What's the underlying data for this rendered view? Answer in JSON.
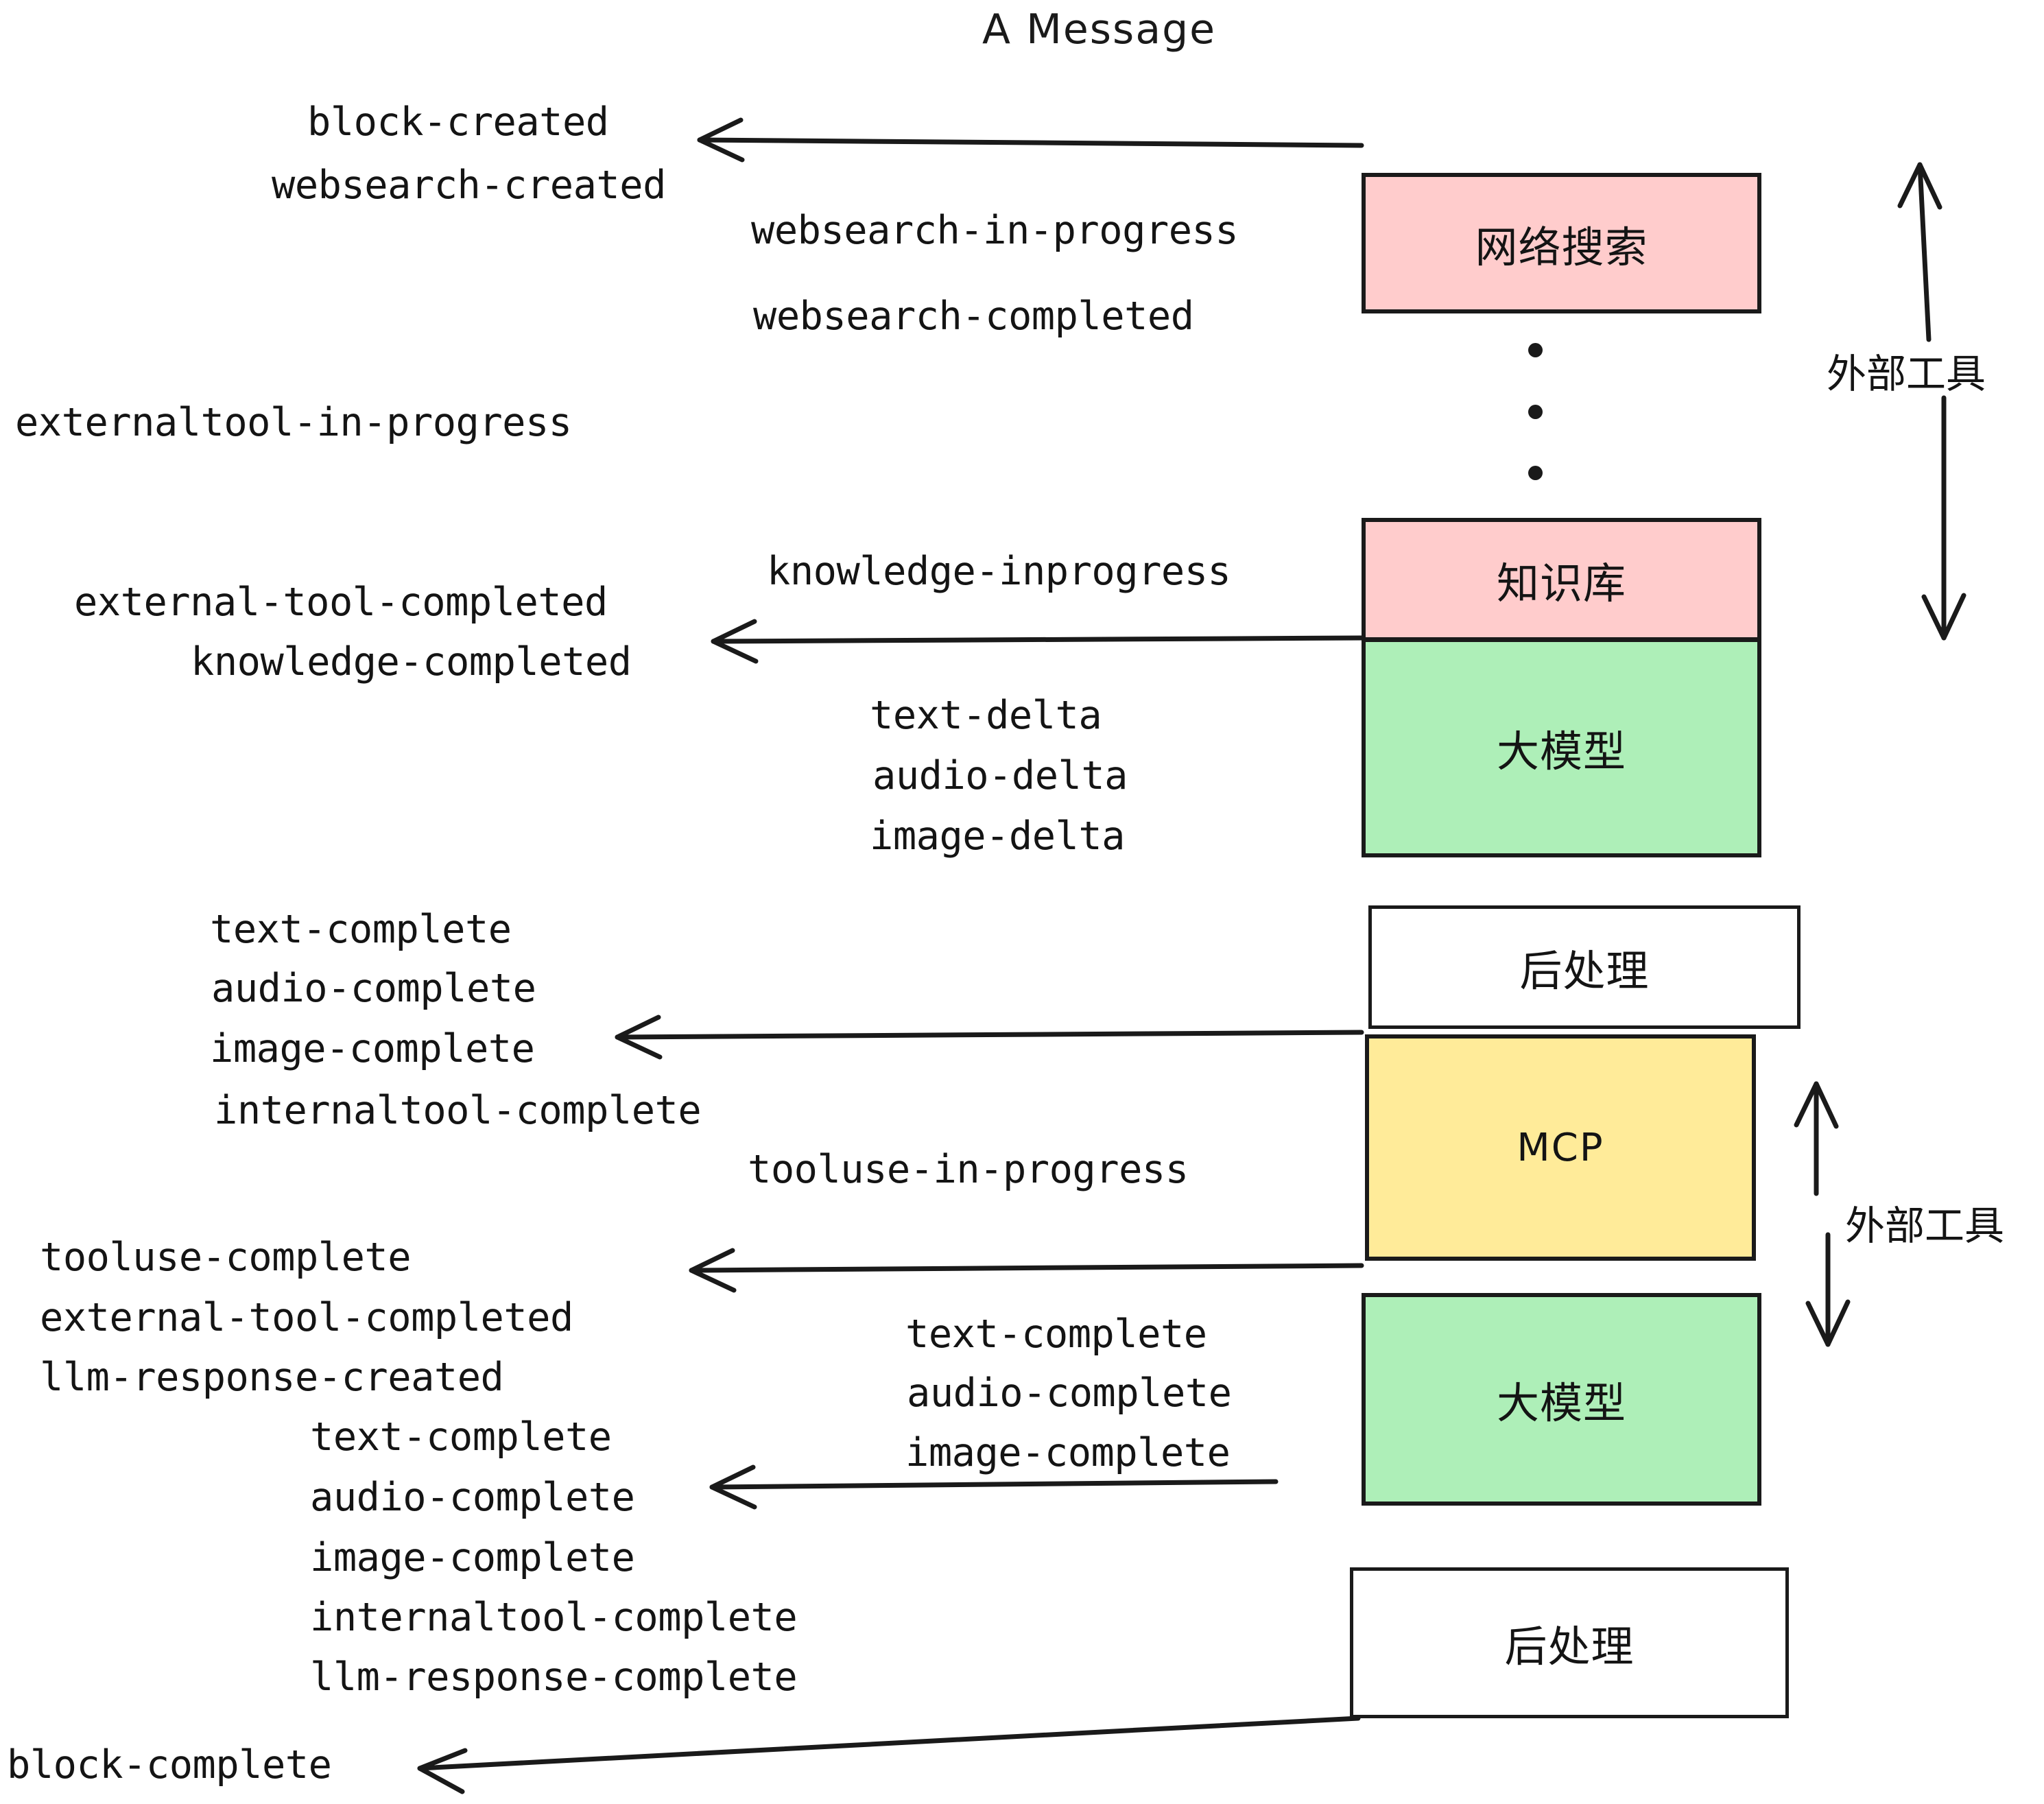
{
  "diagram": {
    "title": "A Message",
    "background_color": "#ffffff",
    "stroke_color": "#1a1a1a",
    "nodes": [
      {
        "id": "websearch",
        "label": "网络搜索",
        "fill": "#FFCCCC",
        "script": "cjk"
      },
      {
        "id": "knowledge",
        "label": "知识库",
        "fill": "#FFCCCC",
        "script": "cjk"
      },
      {
        "id": "llm-top",
        "label": "大模型",
        "fill": "#AEEFB8",
        "script": "cjk"
      },
      {
        "id": "post-top",
        "label": "后处理",
        "fill": "#FFFFFF",
        "script": "cjk"
      },
      {
        "id": "mcp",
        "label": "MCP",
        "fill": "#FFEB99",
        "script": "latin"
      },
      {
        "id": "llm-bottom",
        "label": "大模型",
        "fill": "#AEEFB8",
        "script": "cjk"
      },
      {
        "id": "post-bottom",
        "label": "后处理",
        "fill": "#FFFFFF",
        "script": "cjk"
      }
    ],
    "side_labels": [
      {
        "id": "external-tools-top",
        "text": "外部工具"
      },
      {
        "id": "external-tools-bottom",
        "text": "外部工具"
      }
    ],
    "events": [
      {
        "id": "e01",
        "text": "block-created"
      },
      {
        "id": "e02",
        "text": "websearch-created"
      },
      {
        "id": "e03",
        "text": "websearch-in-progress"
      },
      {
        "id": "e04",
        "text": "websearch-completed"
      },
      {
        "id": "e05",
        "text": "externaltool-in-progress"
      },
      {
        "id": "e06",
        "text": "knowledge-inprogress"
      },
      {
        "id": "e07",
        "text": "external-tool-completed"
      },
      {
        "id": "e08",
        "text": "knowledge-completed"
      },
      {
        "id": "e09",
        "text": "text-delta"
      },
      {
        "id": "e10",
        "text": "audio-delta"
      },
      {
        "id": "e11",
        "text": "image-delta"
      },
      {
        "id": "e12",
        "text": "text-complete"
      },
      {
        "id": "e13",
        "text": "audio-complete"
      },
      {
        "id": "e14",
        "text": "image-complete"
      },
      {
        "id": "e15",
        "text": "internaltool-complete"
      },
      {
        "id": "e16",
        "text": "tooluse-in-progress"
      },
      {
        "id": "e17",
        "text": "tooluse-complete"
      },
      {
        "id": "e18",
        "text": "external-tool-completed"
      },
      {
        "id": "e19",
        "text": "llm-response-created"
      },
      {
        "id": "e20",
        "text": "text-complete"
      },
      {
        "id": "e21",
        "text": "audio-complete"
      },
      {
        "id": "e22",
        "text": "image-complete"
      },
      {
        "id": "e23",
        "text": "internaltool-complete"
      },
      {
        "id": "e24",
        "text": "llm-response-complete"
      },
      {
        "id": "e25",
        "text": "block-complete"
      }
    ],
    "ellipsis_dots": 3
  }
}
